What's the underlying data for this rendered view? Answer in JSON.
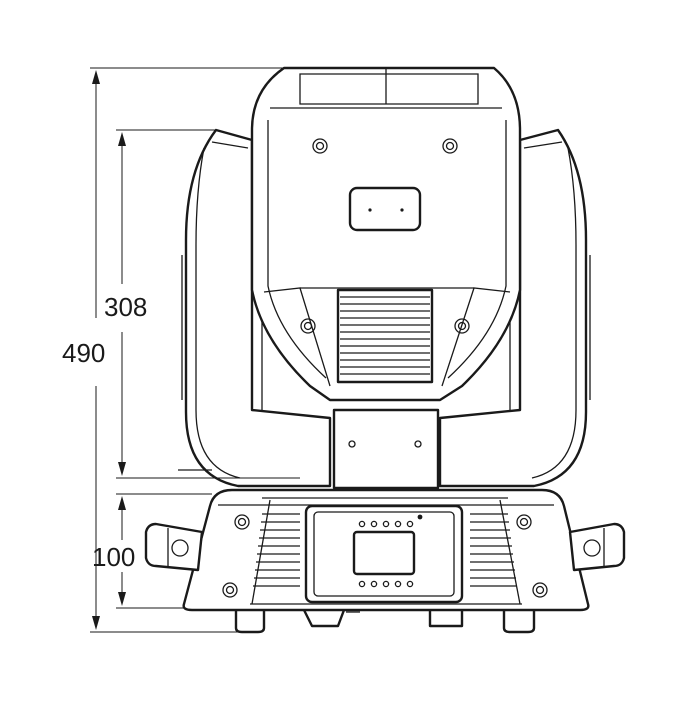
{
  "dimensions": {
    "total_height": "490",
    "head_height": "308",
    "base_height": "100"
  }
}
